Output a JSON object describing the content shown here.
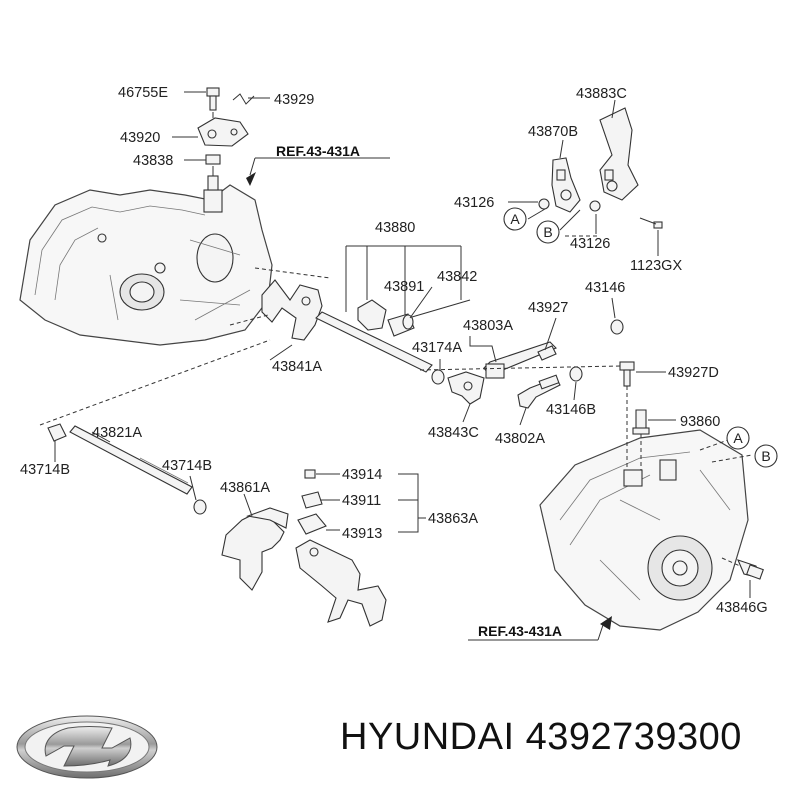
{
  "labels": {
    "p46755E": "46755E",
    "p43929": "43929",
    "p43920": "43920",
    "p43838": "43838",
    "ref_top": "REF.43-431A",
    "p43883C": "43883C",
    "p43870B": "43870B",
    "p43126_a": "43126",
    "p43126_b": "43126",
    "p1123GX": "1123GX",
    "p43880": "43880",
    "p43891": "43891",
    "p43842": "43842",
    "p43841A": "43841A",
    "p43927": "43927",
    "p43146": "43146",
    "p43803A": "43803A",
    "p43174A": "43174A",
    "p43927D": "43927D",
    "p43146B": "43146B",
    "p43843C": "43843C",
    "p43802A": "43802A",
    "p93860": "93860",
    "p43714B_a": "43714B",
    "p43821A": "43821A",
    "p43714B_b": "43714B",
    "p43861A": "43861A",
    "p43914": "43914",
    "p43911": "43911",
    "p43913": "43913",
    "p43863A": "43863A",
    "p43846G": "43846G",
    "ref_bottom": "REF.43-431A",
    "circle_a1": "A",
    "circle_b1": "B",
    "circle_a2": "A",
    "circle_b2": "B"
  },
  "footer": {
    "brand": "HYUNDAI",
    "part_number": "4392739300"
  }
}
